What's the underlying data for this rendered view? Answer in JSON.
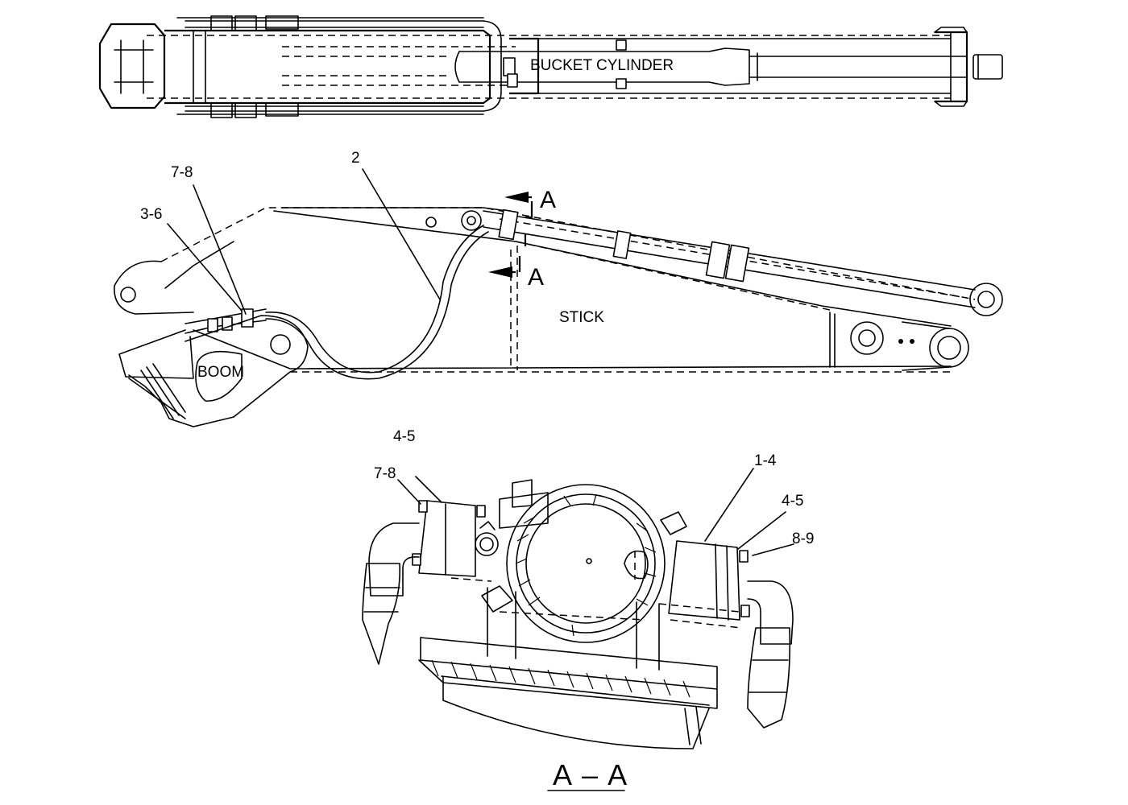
{
  "labels": {
    "bucket_cylinder": "BUCKET CYLINDER",
    "stick": "STICK",
    "boom": "BOOM",
    "section_mark_upper": "A",
    "section_mark_lower": "A",
    "section_title": "A – A"
  },
  "callouts": {
    "side_view": [
      "7-8",
      "3-6",
      "2"
    ],
    "section_view": [
      "4-5",
      "7-8",
      "1-4",
      "4-5",
      "8-9"
    ]
  }
}
